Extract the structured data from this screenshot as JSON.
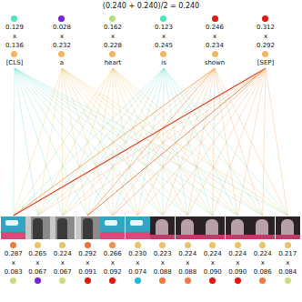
{
  "diagram": {
    "title": "(0.240 + 0.240)/2 = 0.240",
    "nodes": [
      {
        "text": [
          "0.129",
          "x",
          "0.136",
          "[CLS]"
        ]
      },
      {
        "text": [
          "0.028",
          "x",
          "0.232",
          "a"
        ]
      },
      {
        "text": [
          "0.162",
          "x",
          "0.228",
          "heart"
        ]
      },
      {
        "text": [
          "0.123",
          "x",
          "0.245",
          "is"
        ]
      },
      {
        "text": [
          "0.246",
          "x",
          "0.234",
          "shown"
        ]
      },
      {
        "text": [
          "0.312",
          "x",
          "0.292",
          "[SEP]"
        ]
      },
      {
        "text": [
          "0.287",
          "x",
          "0.083"
        ]
      },
      {
        "text": [
          "0.265",
          "x",
          "0.067"
        ]
      },
      {
        "text": [
          "0.224",
          "x",
          "0.067"
        ]
      },
      {
        "text": [
          "0.292",
          "x",
          "0.091"
        ]
      },
      {
        "text": [
          "0.266",
          "x",
          "0.092"
        ]
      },
      {
        "text": [
          "0.230",
          "x",
          "0.074"
        ]
      },
      {
        "text": [
          "0.223",
          "x",
          "0.088"
        ]
      },
      {
        "text": [
          "0.224",
          "x",
          "0.088"
        ]
      },
      {
        "text": [
          "0.224",
          "x",
          "0.090"
        ]
      },
      {
        "text": [
          "0.224",
          "x",
          "0.090"
        ]
      },
      {
        "text": [
          "0.224",
          "x",
          "0.086"
        ]
      },
      {
        "text": [
          "0.217",
          "x",
          "0.084"
        ]
      }
    ],
    "edges": [
      {
        "from": 0,
        "to": 6,
        "arrow": "none"
      },
      {
        "from": 0,
        "to": 7,
        "arrow": "none"
      },
      {
        "from": 0,
        "to": 8,
        "arrow": "none"
      },
      {
        "from": 0,
        "to": 9,
        "arrow": "none"
      },
      {
        "from": 0,
        "to": 10,
        "arrow": "none"
      },
      {
        "from": 0,
        "to": 11,
        "arrow": "none"
      },
      {
        "from": 0,
        "to": 12,
        "arrow": "none"
      },
      {
        "from": 0,
        "to": 13,
        "arrow": "none"
      },
      {
        "from": 0,
        "to": 14,
        "arrow": "none"
      },
      {
        "from": 0,
        "to": 15,
        "arrow": "none"
      },
      {
        "from": 0,
        "to": 16,
        "arrow": "none"
      },
      {
        "from": 0,
        "to": 17,
        "arrow": "none"
      },
      {
        "from": 1,
        "to": 6,
        "arrow": "none"
      },
      {
        "from": 1,
        "to": 7,
        "arrow": "none"
      },
      {
        "from": 1,
        "to": 8,
        "arrow": "none"
      },
      {
        "from": 1,
        "to": 9,
        "arrow": "none"
      },
      {
        "from": 1,
        "to": 10,
        "arrow": "none"
      },
      {
        "from": 1,
        "to": 11,
        "arrow": "none"
      },
      {
        "from": 1,
        "to": 12,
        "arrow": "none"
      },
      {
        "from": 1,
        "to": 13,
        "arrow": "none"
      },
      {
        "from": 1,
        "to": 14,
        "arrow": "none"
      },
      {
        "from": 1,
        "to": 15,
        "arrow": "none"
      },
      {
        "from": 1,
        "to": 16,
        "arrow": "none"
      },
      {
        "from": 1,
        "to": 17,
        "arrow": "none"
      },
      {
        "from": 2,
        "to": 6,
        "arrow": "none"
      },
      {
        "from": 2,
        "to": 7,
        "arrow": "none"
      },
      {
        "from": 2,
        "to": 8,
        "arrow": "none"
      },
      {
        "from": 2,
        "to": 9,
        "arrow": "none"
      },
      {
        "from": 2,
        "to": 10,
        "arrow": "none"
      },
      {
        "from": 2,
        "to": 11,
        "arrow": "none"
      },
      {
        "from": 2,
        "to": 12,
        "arrow": "none"
      },
      {
        "from": 2,
        "to": 13,
        "arrow": "none"
      },
      {
        "from": 2,
        "to": 14,
        "arrow": "none"
      },
      {
        "from": 2,
        "to": 15,
        "arrow": "none"
      },
      {
        "from": 2,
        "to": 16,
        "arrow": "none"
      },
      {
        "from": 2,
        "to": 17,
        "arrow": "none"
      },
      {
        "from": 3,
        "to": 6,
        "arrow": "none"
      },
      {
        "from": 3,
        "to": 7,
        "arrow": "none"
      },
      {
        "from": 3,
        "to": 8,
        "arrow": "none"
      },
      {
        "from": 3,
        "to": 9,
        "arrow": "none"
      },
      {
        "from": 3,
        "to": 10,
        "arrow": "none"
      },
      {
        "from": 3,
        "to": 11,
        "arrow": "none"
      },
      {
        "from": 3,
        "to": 12,
        "arrow": "none"
      },
      {
        "from": 3,
        "to": 13,
        "arrow": "none"
      },
      {
        "from": 3,
        "to": 14,
        "arrow": "none"
      },
      {
        "from": 3,
        "to": 15,
        "arrow": "none"
      },
      {
        "from": 3,
        "to": 16,
        "arrow": "none"
      },
      {
        "from": 3,
        "to": 17,
        "arrow": "none"
      },
      {
        "from": 4,
        "to": 6,
        "arrow": "none"
      },
      {
        "from": 4,
        "to": 7,
        "arrow": "none"
      },
      {
        "from": 4,
        "to": 8,
        "arrow": "none"
      },
      {
        "from": 4,
        "to": 9,
        "arrow": "none"
      },
      {
        "from": 4,
        "to": 10,
        "arrow": "none"
      },
      {
        "from": 4,
        "to": 11,
        "arrow": "none"
      },
      {
        "from": 4,
        "to": 12,
        "arrow": "none"
      },
      {
        "from": 4,
        "to": 13,
        "arrow": "none"
      },
      {
        "from": 4,
        "to": 14,
        "arrow": "none"
      },
      {
        "from": 4,
        "to": 15,
        "arrow": "none"
      },
      {
        "from": 4,
        "to": 16,
        "arrow": "none"
      },
      {
        "from": 4,
        "to": 17,
        "arrow": "none"
      },
      {
        "from": 5,
        "to": 6,
        "arrow": "none"
      },
      {
        "from": 5,
        "to": 7,
        "arrow": "none"
      },
      {
        "from": 5,
        "to": 8,
        "arrow": "none"
      },
      {
        "from": 5,
        "to": 9,
        "arrow": "none"
      },
      {
        "from": 5,
        "to": 10,
        "arrow": "none"
      },
      {
        "from": 5,
        "to": 11,
        "arrow": "none"
      },
      {
        "from": 5,
        "to": 12,
        "arrow": "none"
      },
      {
        "from": 5,
        "to": 13,
        "arrow": "none"
      },
      {
        "from": 5,
        "to": 14,
        "arrow": "none"
      },
      {
        "from": 5,
        "to": 15,
        "arrow": "none"
      },
      {
        "from": 5,
        "to": 16,
        "arrow": "none"
      },
      {
        "from": 5,
        "to": 17,
        "arrow": "none"
      }
    ]
  }
}
